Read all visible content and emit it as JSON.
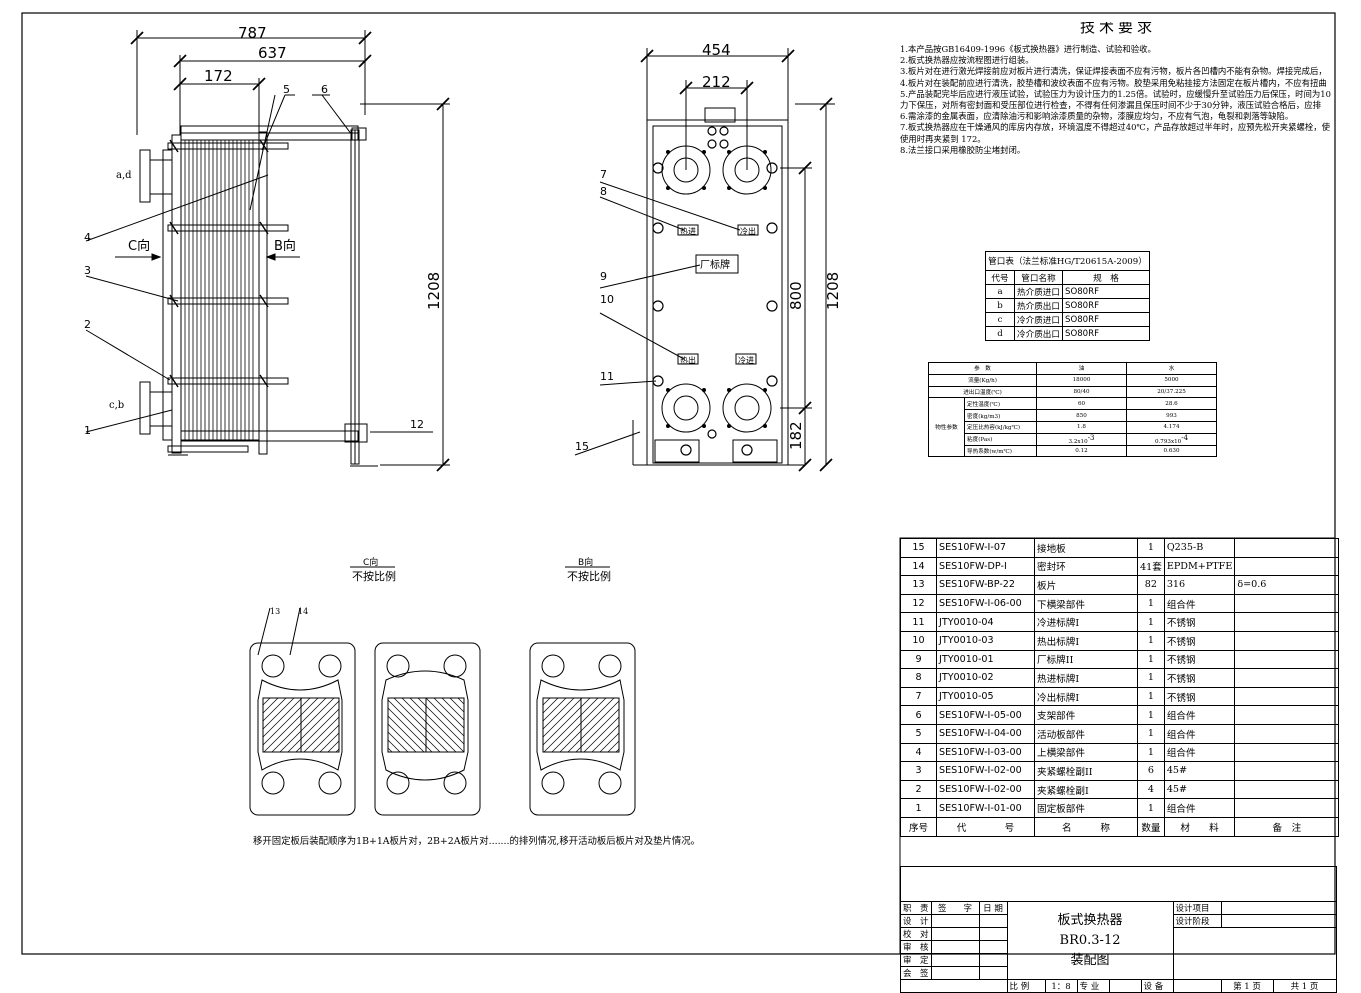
{
  "drawing": {
    "front_view": {
      "dimensions": {
        "overall_length": "787",
        "beam_length": "637",
        "plate_pack": "172",
        "height": "1208"
      },
      "callouts": [
        "1",
        "2",
        "3",
        "4",
        "5",
        "6",
        "12"
      ],
      "port_labels": {
        "top_left": "a,d",
        "bottom_left": "c,b"
      },
      "view_arrows": {
        "c": "C向",
        "b": "B向"
      }
    },
    "side_view": {
      "dimensions": {
        "width": "454",
        "port_spacing": "212",
        "port_height": "800",
        "height": "1208",
        "base": "182"
      },
      "callouts": [
        "7",
        "8",
        "9",
        "10",
        "11",
        "15"
      ],
      "plates": {
        "hot_in": "热进",
        "cold_out": "冷出",
        "factory": "厂标牌",
        "hot_out": "热出",
        "cold_in": "冷进"
      }
    },
    "detail_views": {
      "c_view": {
        "title": "C向",
        "note": "不按比例"
      },
      "b_view": {
        "title": "B向",
        "note": "不按比例"
      },
      "callouts": [
        "13",
        "14"
      ],
      "caption": "移开固定板后装配顺序为1B+1A板片对，2B+2A板片对.......的排列情况,移开活动板后板片对及垫片情况。"
    }
  },
  "tech_requirements": {
    "title": "技术要求",
    "lines": [
      "1.本产品按GB16409-1996《板式换热器》进行制造、试验和验收。",
      "2.板式换热器应按流程图进行组装。",
      "3.板片对在进行激光焊接前应对板片进行清洗，保证焊接表面不应有污物，板片各凹槽内不能有杂物。焊接完成后，",
      "4.板片对在装配前应进行清洗，胶垫槽和波纹表面不应有污物。胶垫采用免粘挂接方法固定在板片槽内，不应有扭曲",
      "5.产品装配完毕后应进行液压试验，试验压力为设计压力的1.25倍。试验时，应缓慢升至试验压力后保压，时间为10",
      "   力下保压，对所有密封面和受压部位进行检查，不得有任何渗漏且保压时间不少于30分钟，液压试验合格后，应排",
      "6.需涂漆的金属表面，应清除油污和影响涂漆质量的杂物，漆膜应均匀，不应有气泡，龟裂和剥落等缺陷。",
      "7.板式换热器应在干燥通风的库房内存放，环境温度不得超过40℃，产品存放超过半年时，应预先松开夹紧螺栓，使",
      "   使用时再夹紧到 172。",
      "8.法兰接口采用橡胶防尘堵封闭。"
    ]
  },
  "port_table": {
    "title": "管口表（法兰标准HG/T20615A-2009）",
    "headers": [
      "代号",
      "管口名称",
      "规　格"
    ],
    "rows": [
      [
        "a",
        "热介质进口",
        "SO80RF"
      ],
      [
        "b",
        "热介质出口",
        "SO80RF"
      ],
      [
        "c",
        "冷介质进口",
        "SO80RF"
      ],
      [
        "d",
        "冷介质出口",
        "SO80RF"
      ]
    ]
  },
  "param_table": {
    "headers": [
      "参　数",
      "油",
      "水"
    ],
    "flow": {
      "label": "流量(Kg/h)",
      "oil": "18000",
      "water": "5000"
    },
    "temp": {
      "label": "进出口温度(℃)",
      "oil": "80/40",
      "water": "20/37.225"
    },
    "group_label": "物性参数",
    "props": [
      {
        "label": "定性温度(℃)",
        "oil": "60",
        "water": "28.6"
      },
      {
        "label": "密度(kg/m3)",
        "oil": "850",
        "water": "993"
      },
      {
        "label": "定压比热容(kJ/kg℃)",
        "oil": "1.8",
        "water": "4.174"
      },
      {
        "label": "粘度(Pas)",
        "oil": "3.2x10",
        "oil_exp": "-3",
        "water": "0.793x10",
        "water_exp": "-4"
      },
      {
        "label": "导热系数(w/m℃)",
        "oil": "0.12",
        "water": "0.630"
      }
    ]
  },
  "bom": {
    "rows": [
      [
        "15",
        "SES10FW-I-07",
        "接地板",
        "1",
        "Q235-B",
        ""
      ],
      [
        "14",
        "SES10FW-DP-I",
        "密封环",
        "41套",
        "EPDM+PTFE",
        ""
      ],
      [
        "13",
        "SES10FW-BP-22",
        "板片",
        "82",
        "316",
        "δ=0.6"
      ],
      [
        "12",
        "SES10FW-I-06-00",
        "下横梁部件",
        "1",
        "组合件",
        ""
      ],
      [
        "11",
        "JTY0010-04",
        "冷进标牌I",
        "1",
        "不锈钢",
        ""
      ],
      [
        "10",
        "JTY0010-03",
        "热出标牌I",
        "1",
        "不锈钢",
        ""
      ],
      [
        "9",
        "JTY0010-01",
        "厂标牌II",
        "1",
        "不锈钢",
        ""
      ],
      [
        "8",
        "JTY0010-02",
        "热进标牌I",
        "1",
        "不锈钢",
        ""
      ],
      [
        "7",
        "JTY0010-05",
        "冷出标牌I",
        "1",
        "不锈钢",
        ""
      ],
      [
        "6",
        "SES10FW-I-05-00",
        "支架部件",
        "1",
        "组合件",
        ""
      ],
      [
        "5",
        "SES10FW-I-04-00",
        "活动板部件",
        "1",
        "组合件",
        ""
      ],
      [
        "4",
        "SES10FW-I-03-00",
        "上横梁部件",
        "1",
        "组合件",
        ""
      ],
      [
        "3",
        "SES10FW-I-02-00",
        "夹紧螺栓副II",
        "6",
        "45#",
        ""
      ],
      [
        "2",
        "SES10FW-I-02-00",
        "夹紧螺栓副I",
        "4",
        "45#",
        ""
      ],
      [
        "1",
        "SES10FW-I-01-00",
        "固定板部件",
        "1",
        "组合件",
        ""
      ]
    ],
    "headers": [
      "序号",
      "代　　　　号",
      "名　　　称",
      "数量",
      "材　　料",
      "备　注"
    ]
  },
  "title_block": {
    "roles": [
      "职　责",
      "设　计",
      "校　对",
      "审　核",
      "审　定",
      "会　签"
    ],
    "sign_header": "签　　字",
    "date_header": "日 期",
    "name": "板式换热器",
    "model": "BR0.3-12",
    "drawing_type": "装配图",
    "design_project": "设计项目",
    "design_stage": "设计阶段",
    "scale_label": "比 例",
    "scale": "1：8",
    "discipline": "专 业",
    "equipment": "设 备",
    "sheet": "第 1 页",
    "total": "共 1 页"
  }
}
